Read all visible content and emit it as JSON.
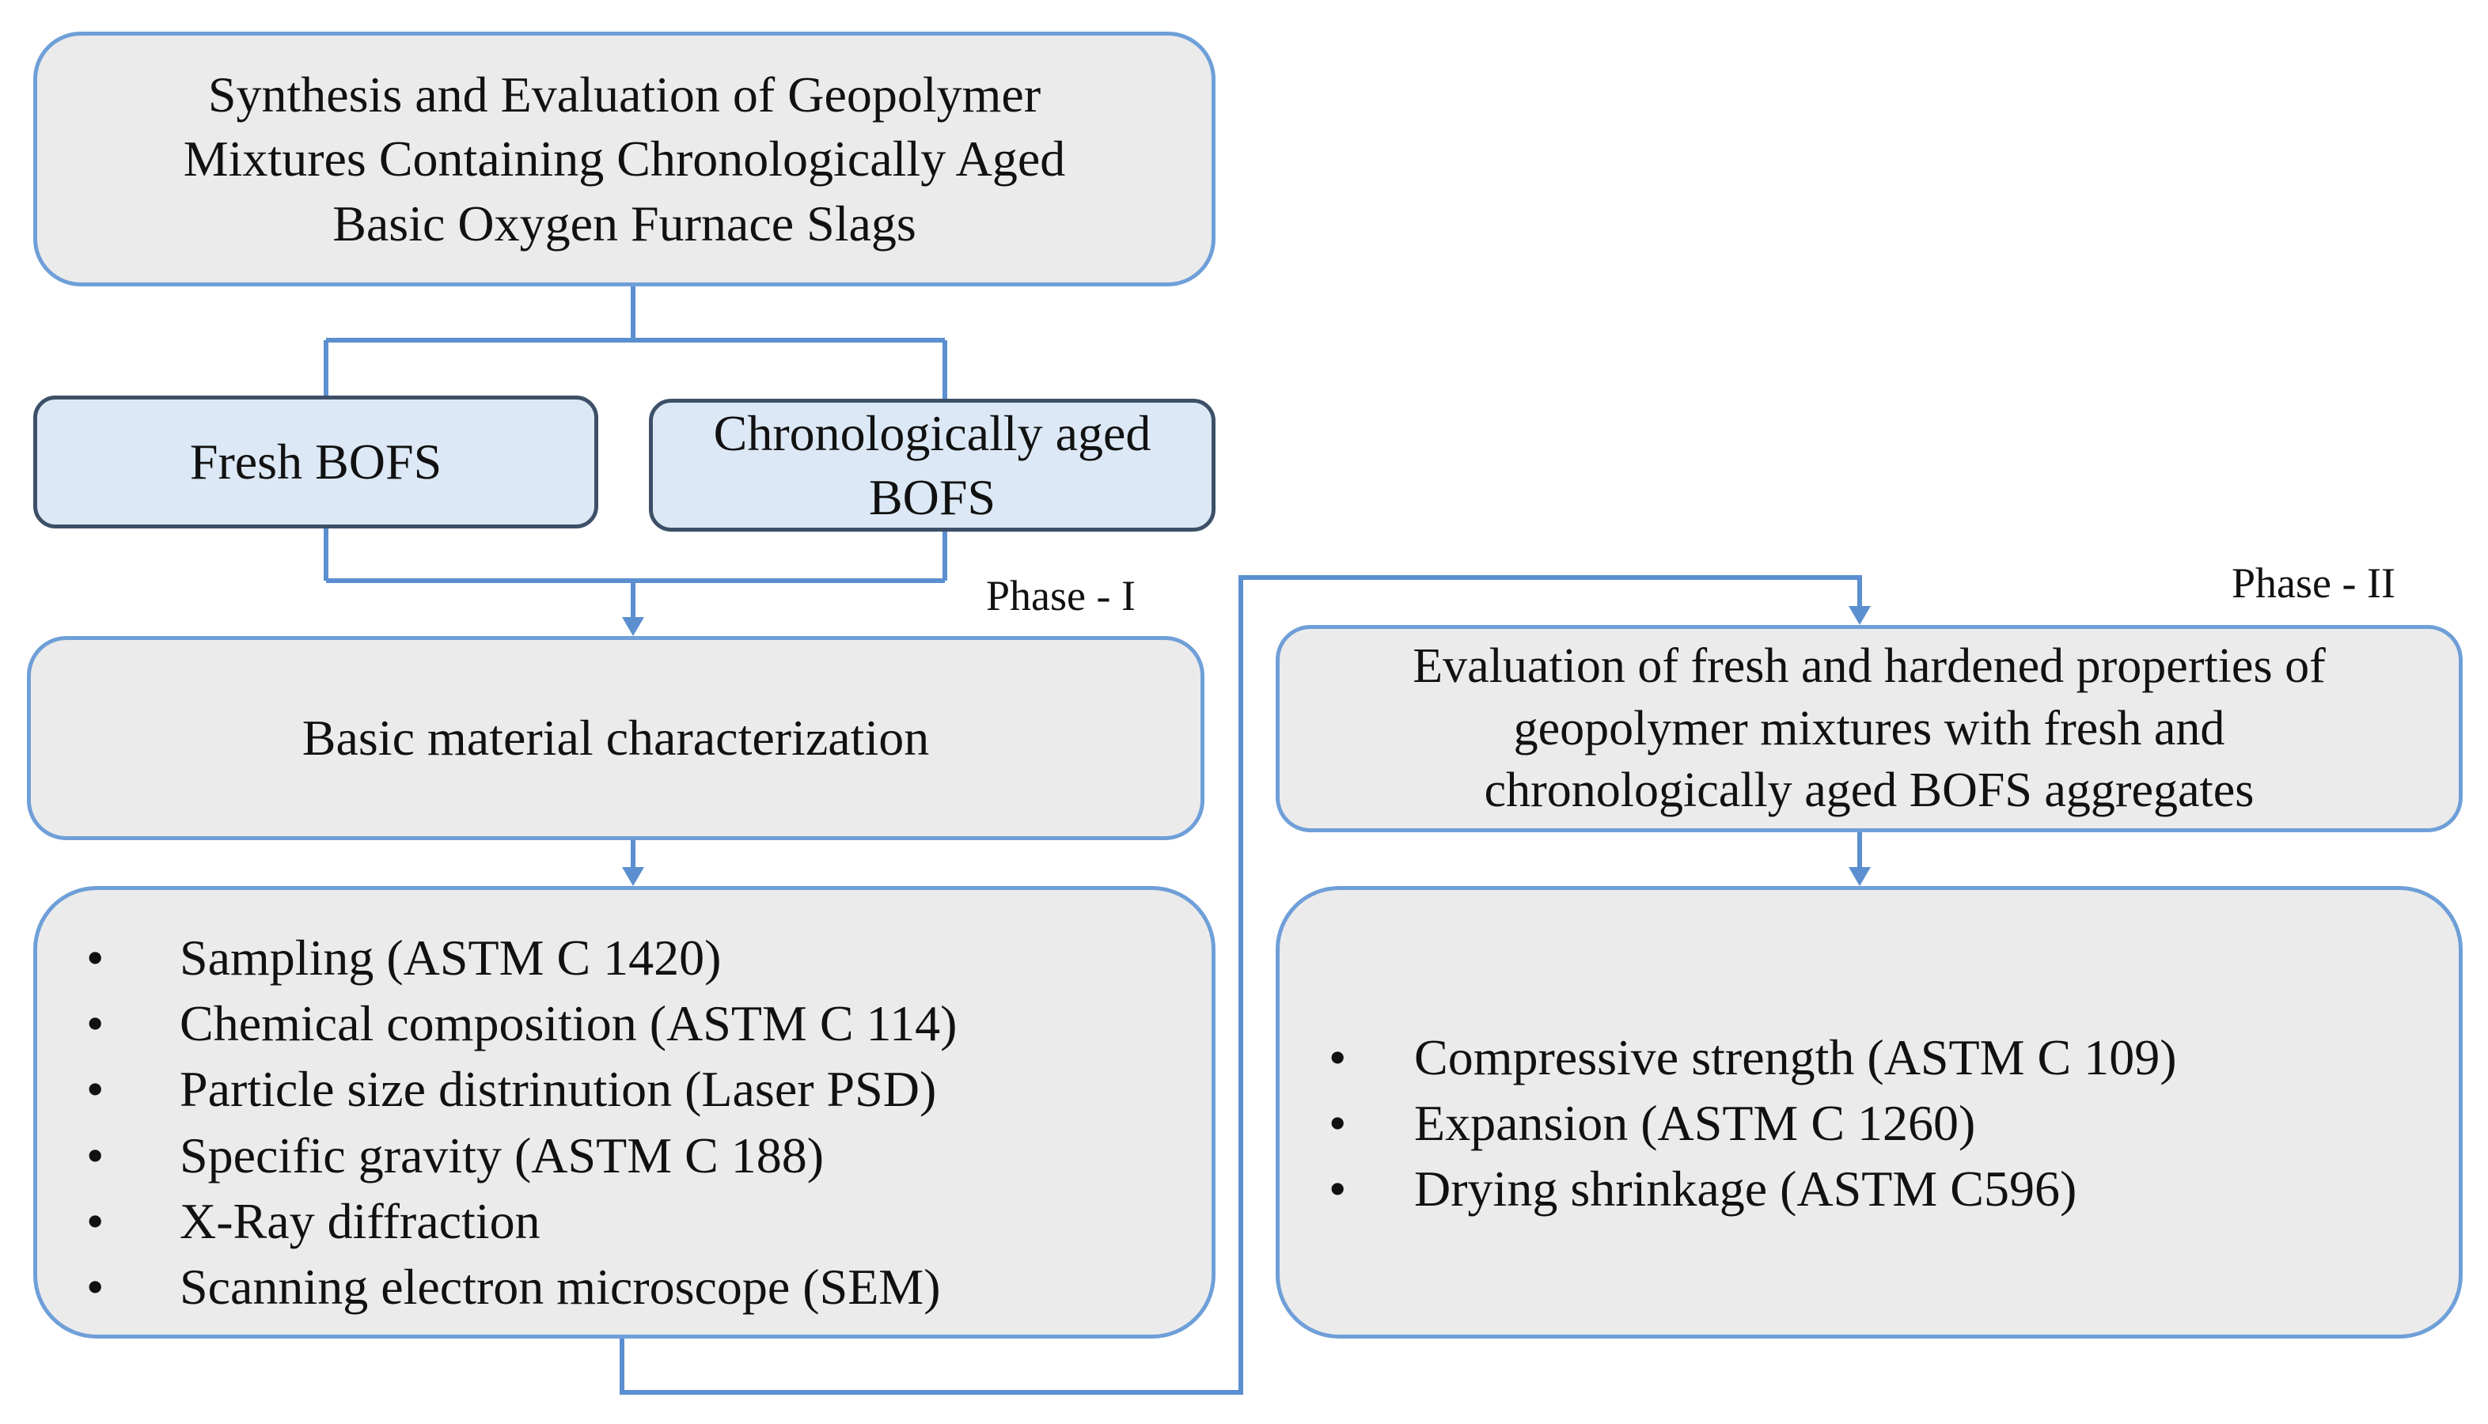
{
  "title_box": {
    "lines": [
      "Synthesis and Evaluation of Geopolymer",
      "Mixtures Containing Chronologically Aged",
      "Basic Oxygen Furnace Slags"
    ]
  },
  "fresh_box": {
    "label": "Fresh BOFS"
  },
  "aged_box": {
    "lines": [
      "Chronologically aged",
      "BOFS"
    ]
  },
  "phase1": {
    "label": "Phase - I",
    "heading": "Basic material characterization",
    "bullet": "•",
    "items": [
      "Sampling (ASTM C 1420)",
      "Chemical composition (ASTM C 114)",
      "Particle size distrinution (Laser PSD)",
      "Specific gravity (ASTM C 188)",
      "X-Ray diffraction",
      "Scanning electron microscope (SEM)"
    ]
  },
  "phase2": {
    "label": "Phase - II",
    "heading_lines": [
      "Evaluation of fresh and hardened properties of",
      "geopolymer mixtures with fresh and",
      "chronologically aged BOFS aggregates"
    ],
    "bullet": "•",
    "items": [
      "Compressive strength (ASTM C 109)",
      "Expansion (ASTM C 1260)",
      "Drying shrinkage (ASTM C596)"
    ]
  },
  "colors": {
    "box_fill": "#ebebeb",
    "box_border": "#6f9fd8",
    "blue_fill": "#dce8f5",
    "blue_border": "#3d5068",
    "connector": "#5b8fd0"
  }
}
